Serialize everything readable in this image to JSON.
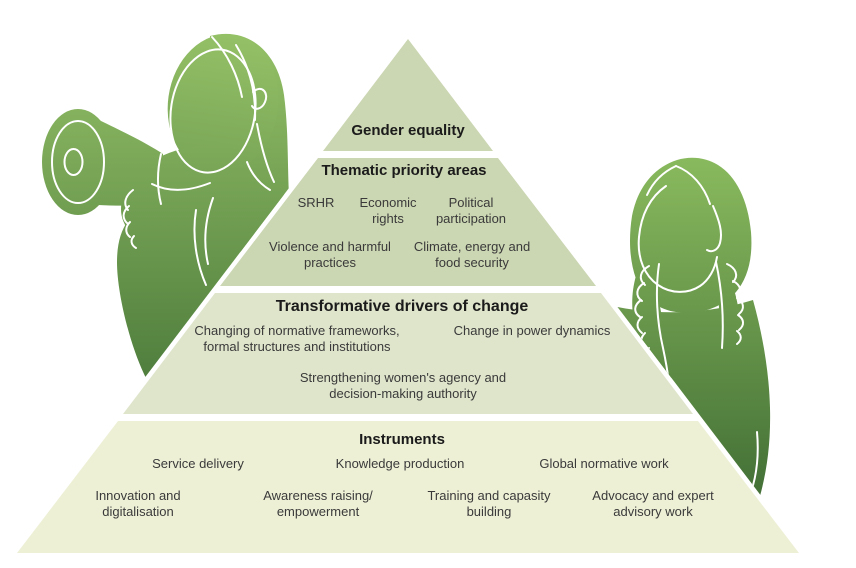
{
  "pyramid": {
    "tier1": {
      "title": "Gender equality"
    },
    "tier2": {
      "title": "Thematic priority areas",
      "items": {
        "srhr": "SRHR",
        "economic": "Economic rights",
        "political": "Political participation",
        "violence": "Violence and harmful practices",
        "climate": "Climate, energy and food security"
      }
    },
    "tier3": {
      "title": "Transformative drivers of change",
      "items": {
        "frameworks": "Changing of normative frameworks, formal structures and institutions",
        "power": "Change in power dynamics",
        "agency": "Strengthening women's agency and decision-making authority"
      }
    },
    "tier4": {
      "title": "Instruments",
      "items": {
        "service": "Service delivery",
        "knowledge": "Knowledge production",
        "global": "Global normative work",
        "innovation": "Innovation and digitalisation",
        "awareness": "Awareness raising/ empowerment",
        "training": "Training and capasity building",
        "advocacy": "Advocacy and expert advisory work"
      }
    }
  },
  "illustrations": {
    "left": "woman-speaking-through-megaphone",
    "right": "girl-with-braids"
  },
  "colors": {
    "tier_1": "#cbd6b2",
    "tier_2": "#cbd6b2",
    "tier_3": "#dfe5cb",
    "tier_4": "#eef0d6",
    "figure_light": "#95c167",
    "figure_dark": "#4b7a3b",
    "girl_light": "#8aba5e",
    "girl_dark": "#3f6c34"
  }
}
